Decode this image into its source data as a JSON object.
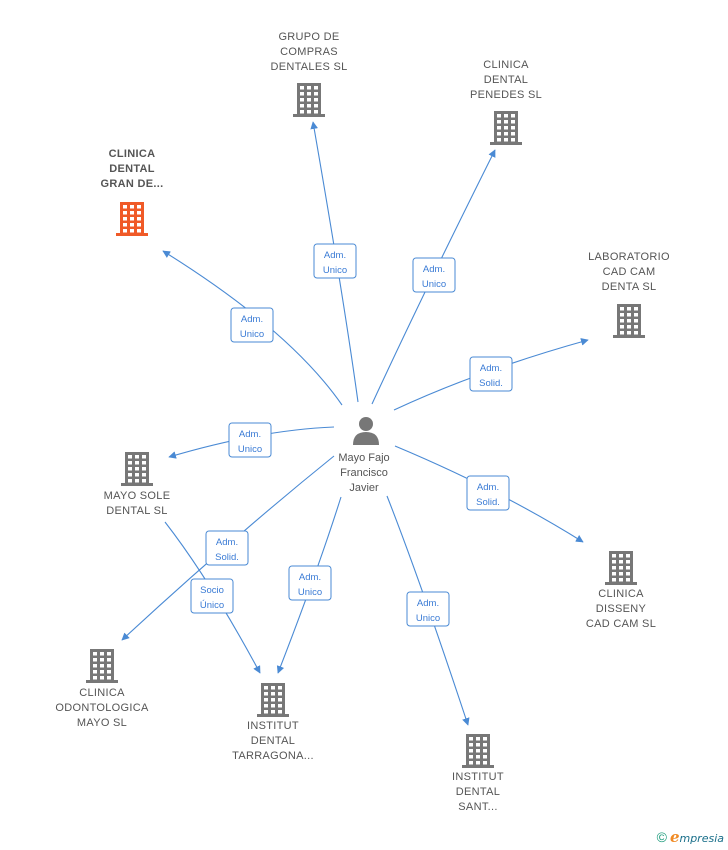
{
  "center": {
    "name_lines": [
      "Mayo Fajo",
      "Francisco",
      "Javier"
    ],
    "icon": "person-icon"
  },
  "colors": {
    "edge": "#4a8ad4",
    "node": "#777777",
    "highlight": "#f05a28"
  },
  "nodes": [
    {
      "id": "grupo-compras",
      "lines": [
        "GRUPO DE",
        "COMPRAS",
        "DENTALES SL"
      ],
      "icon": "building-icon",
      "highlight": false
    },
    {
      "id": "clinica-penedes",
      "lines": [
        "CLINICA",
        "DENTAL",
        "PENEDES  SL"
      ],
      "icon": "building-icon",
      "highlight": false
    },
    {
      "id": "clinica-gran",
      "lines": [
        "CLINICA",
        "DENTAL",
        "GRAN DE..."
      ],
      "icon": "building-icon",
      "highlight": true
    },
    {
      "id": "laboratorio",
      "lines": [
        "LABORATORIO",
        "CAD CAM",
        "DENTA  SL"
      ],
      "icon": "building-icon",
      "highlight": false
    },
    {
      "id": "mayo-sole",
      "lines": [
        "MAYO SOLE",
        "DENTAL  SL"
      ],
      "icon": "building-icon",
      "highlight": false
    },
    {
      "id": "clinica-disseny",
      "lines": [
        "CLINICA",
        "DISSENY",
        "CAD CAM  SL"
      ],
      "icon": "building-icon",
      "highlight": false
    },
    {
      "id": "clinica-odontologica",
      "lines": [
        "CLINICA",
        "ODONTOLOGICA",
        "MAYO  SL"
      ],
      "icon": "building-icon",
      "highlight": false
    },
    {
      "id": "institut-tarragona",
      "lines": [
        "INSTITUT",
        "DENTAL",
        "TARRAGONA..."
      ],
      "icon": "building-icon",
      "highlight": false
    },
    {
      "id": "institut-sant",
      "lines": [
        "INSTITUT",
        "DENTAL",
        "SANT..."
      ],
      "icon": "building-icon",
      "highlight": false
    }
  ],
  "edges": [
    {
      "target": "grupo-compras",
      "label": [
        "Adm.",
        "Unico"
      ]
    },
    {
      "target": "clinica-penedes",
      "label": [
        "Adm.",
        "Unico"
      ]
    },
    {
      "target": "clinica-gran",
      "label": [
        "Adm.",
        "Unico"
      ]
    },
    {
      "target": "laboratorio",
      "label": [
        "Adm.",
        "Solid."
      ]
    },
    {
      "target": "mayo-sole",
      "label": [
        "Adm.",
        "Unico"
      ]
    },
    {
      "target": "clinica-disseny",
      "label": [
        "Adm.",
        "Solid."
      ]
    },
    {
      "target": "clinica-odontologica",
      "label": [
        "Adm.",
        "Solid."
      ]
    },
    {
      "target": "institut-tarragona",
      "label": [
        "Adm.",
        "Unico"
      ]
    },
    {
      "target": "institut-sant",
      "label": [
        "Adm.",
        "Unico"
      ]
    },
    {
      "target": "institut-tarragona",
      "label": [
        "Socio",
        "Único"
      ],
      "from": "mayo-sole"
    }
  ],
  "footer": {
    "copyright": "©",
    "brand_initial": "e",
    "brand_rest": "mpresia"
  }
}
